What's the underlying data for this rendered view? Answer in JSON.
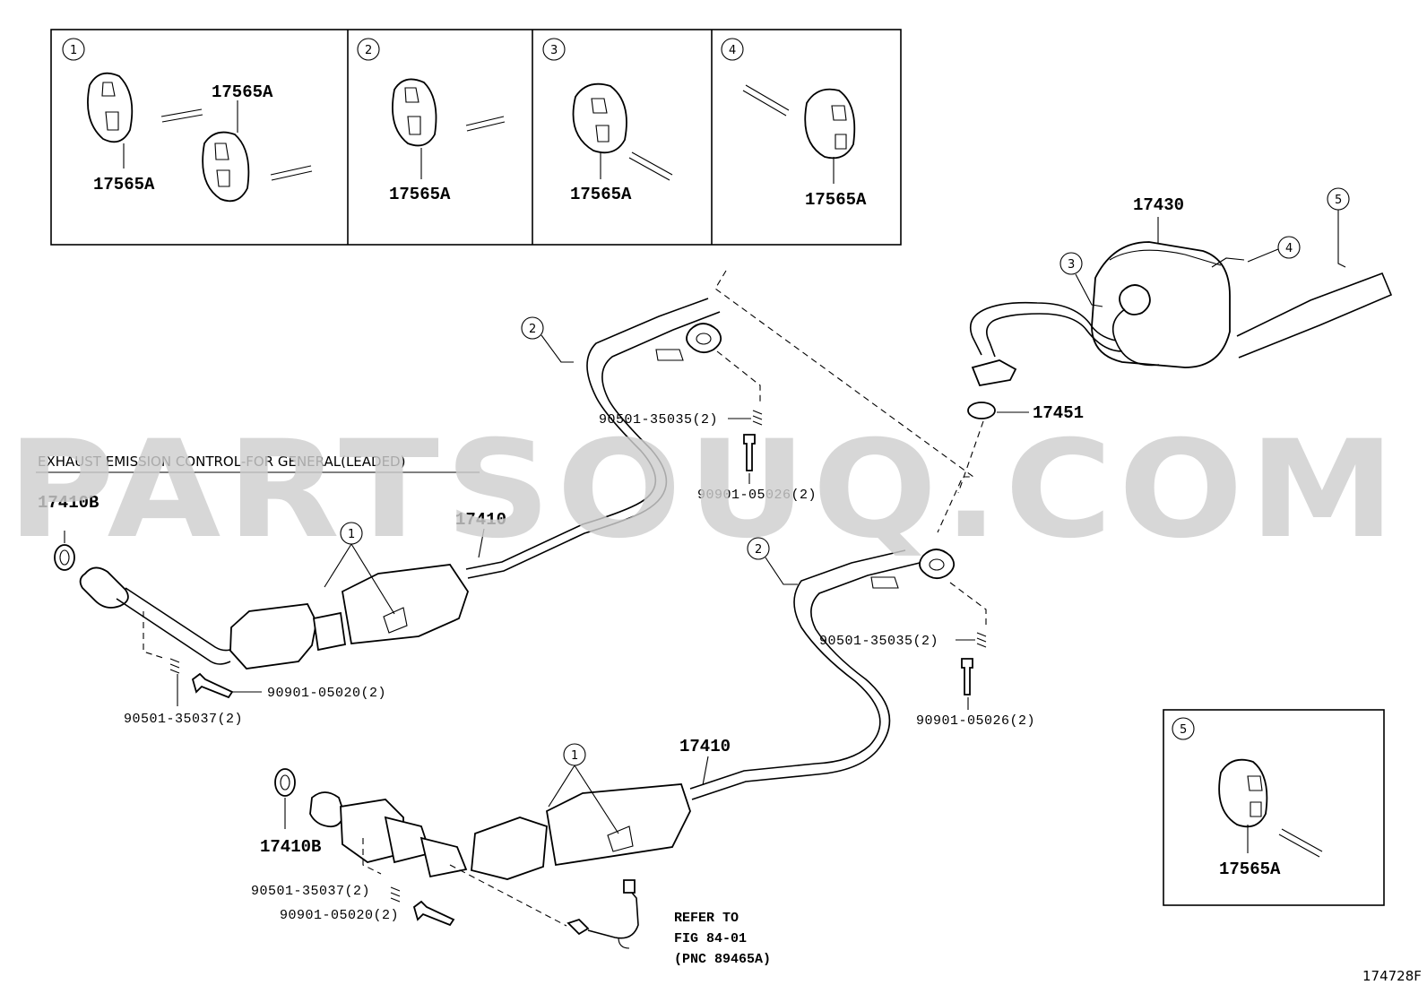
{
  "section_caption": "EXHAUST EMISSION CONTROL-FOR GENERAL(LEADED)",
  "figure_number": "174728F",
  "watermark": "PARTSOUQ.COM",
  "inset_panels": [
    {
      "index": "1",
      "labels": [
        "17565A",
        "17565A"
      ]
    },
    {
      "index": "2",
      "labels": [
        "17565A"
      ]
    },
    {
      "index": "3",
      "labels": [
        "17565A"
      ]
    },
    {
      "index": "4",
      "labels": [
        "17565A"
      ]
    },
    {
      "index": "5",
      "labels": [
        "17565A"
      ]
    }
  ],
  "part_labels": {
    "muffler": "17430",
    "muffler_gasket": "17451",
    "front_pipe_upper": "17410",
    "front_pipe_lower": "17410",
    "gasket_upper": "17410B",
    "gasket_lower": "17410B",
    "spring_upper_right": "90501-35035(2)",
    "bolt_upper_right": "90901-05026(2)",
    "spring_mid_right": "90501-35035(2)",
    "bolt_mid_right": "90901-05026(2)",
    "bolt_left_upper": "90901-05020(2)",
    "spring_left_upper": "90501-35037(2)",
    "spring_left_lower": "90501-35037(2)",
    "bolt_left_lower": "90901-05020(2)"
  },
  "callouts": [
    "1",
    "1",
    "2",
    "2",
    "3",
    "4",
    "5"
  ],
  "reference_note": {
    "line1": "REFER TO",
    "line2": "FIG 84-01",
    "line3": "(PNC 89465A)"
  }
}
